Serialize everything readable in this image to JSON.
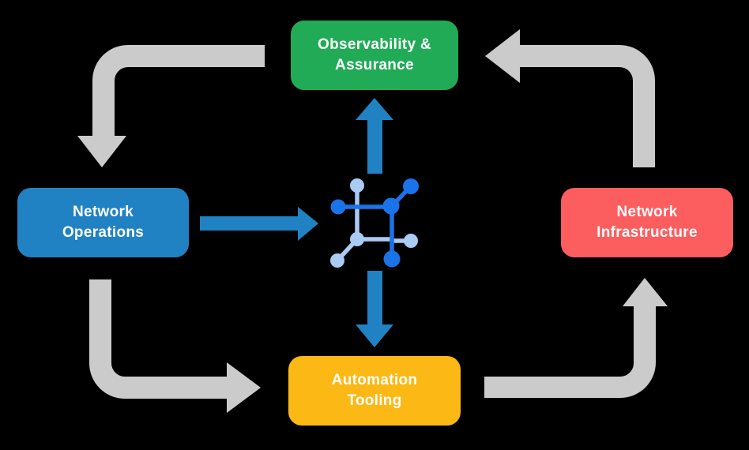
{
  "diagram": {
    "background_color": "#000000",
    "nodes": {
      "observability": {
        "label": "Observability &\nAssurance",
        "color": "#22ab57",
        "text_color": "#ffffff"
      },
      "operations": {
        "label": "Network\nOperations",
        "color": "#2182c3",
        "text_color": "#ffffff"
      },
      "infrastructure": {
        "label": "Network\nInfrastructure",
        "color": "#fc5d5e",
        "text_color": "#ffffff"
      },
      "automation": {
        "label": "Automation\nTooling",
        "color": "#fcb815",
        "text_color": "#ffffff"
      }
    },
    "center_icon": {
      "name": "network-mesh-icon",
      "dark_color": "#1a73e8",
      "light_color": "#a9cbf4"
    },
    "flows": [
      {
        "from": "Observability & Assurance",
        "to": "Network Operations",
        "style": "gray-elbow",
        "direction": "left-then-down",
        "color": "#cbcbcb"
      },
      {
        "from": "Network Infrastructure",
        "to": "Observability & Assurance",
        "style": "gray-elbow",
        "direction": "up-then-left",
        "color": "#cbcbcb"
      },
      {
        "from": "Network Operations",
        "to": "Automation Tooling",
        "style": "gray-elbow",
        "direction": "down-then-right",
        "color": "#cbcbcb"
      },
      {
        "from": "Automation Tooling",
        "to": "Network Infrastructure",
        "style": "gray-elbow",
        "direction": "right-then-up",
        "color": "#cbcbcb"
      },
      {
        "from": "Network Operations",
        "to": "center-icon",
        "style": "blue-straight",
        "direction": "right",
        "color": "#2182c3"
      },
      {
        "from": "center-icon",
        "to": "Observability & Assurance",
        "style": "blue-straight",
        "direction": "up",
        "color": "#2182c3"
      },
      {
        "from": "center-icon",
        "to": "Automation Tooling",
        "style": "blue-straight",
        "direction": "down",
        "color": "#2182c3"
      }
    ]
  }
}
